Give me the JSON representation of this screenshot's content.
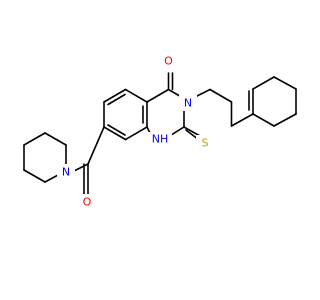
{
  "atoms": {
    "carbonyl_oxygen": "O",
    "amide_oxygen": "O",
    "ring_nitrogen_3": "N",
    "ring_nh": "NH",
    "thione_sulfur": "S",
    "piperidine_nitrogen": "N"
  },
  "colors": {
    "bond": "#000000",
    "oxygen": "#ff0000",
    "nitrogen": "#0000ff",
    "sulfur": "#b8a800"
  }
}
